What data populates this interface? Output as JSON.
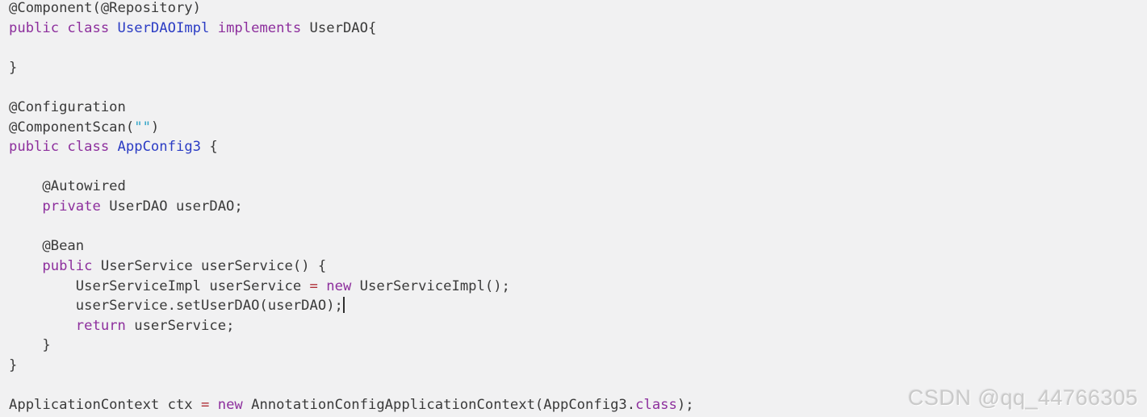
{
  "colors": {
    "background": "#f1f1f2",
    "text": "#3a3a3a",
    "keyword": "#8d2f9d",
    "class_name": "#2b3cc4",
    "string": "#2fa4c7",
    "operator": "#b03038",
    "cursor": "#2f2f2f",
    "watermark": "#cacaca"
  },
  "watermark": {
    "text": "CSDN @qq_44766305"
  },
  "code": {
    "language": "java",
    "lines": [
      [
        {
          "t": "@Component(@Repository)",
          "c": "plain"
        }
      ],
      [
        {
          "t": "public class ",
          "c": "keyword"
        },
        {
          "t": "UserDAOImpl",
          "c": "class"
        },
        {
          "t": " ",
          "c": "plain"
        },
        {
          "t": "implements",
          "c": "keyword"
        },
        {
          "t": " UserDAO{",
          "c": "plain"
        }
      ],
      [],
      [
        {
          "t": "}",
          "c": "plain"
        }
      ],
      [],
      [
        {
          "t": "@Configuration",
          "c": "plain"
        }
      ],
      [
        {
          "t": "@ComponentScan(",
          "c": "plain"
        },
        {
          "t": "\"\"",
          "c": "string"
        },
        {
          "t": ")",
          "c": "plain"
        }
      ],
      [
        {
          "t": "public class ",
          "c": "keyword"
        },
        {
          "t": "AppConfig3",
          "c": "class"
        },
        {
          "t": " {",
          "c": "plain"
        }
      ],
      [],
      [
        {
          "t": "    @Autowired",
          "c": "plain"
        }
      ],
      [
        {
          "t": "    ",
          "c": "plain"
        },
        {
          "t": "private",
          "c": "keyword"
        },
        {
          "t": " UserDAO userDAO;",
          "c": "plain"
        }
      ],
      [],
      [
        {
          "t": "    @Bean",
          "c": "plain"
        }
      ],
      [
        {
          "t": "    ",
          "c": "plain"
        },
        {
          "t": "public",
          "c": "keyword"
        },
        {
          "t": " UserService userService() {",
          "c": "plain"
        }
      ],
      [
        {
          "t": "        UserServiceImpl userService ",
          "c": "plain"
        },
        {
          "t": "=",
          "c": "operator"
        },
        {
          "t": " ",
          "c": "plain"
        },
        {
          "t": "new",
          "c": "keyword"
        },
        {
          "t": " UserServiceImpl();",
          "c": "plain"
        }
      ],
      [
        {
          "t": "        userService.setUserDAO(userDAO);",
          "c": "plain"
        },
        {
          "t": "",
          "c": "cursor"
        }
      ],
      [
        {
          "t": "        ",
          "c": "plain"
        },
        {
          "t": "return",
          "c": "keyword"
        },
        {
          "t": " userService;",
          "c": "plain"
        }
      ],
      [
        {
          "t": "    }",
          "c": "plain"
        }
      ],
      [
        {
          "t": "}",
          "c": "plain"
        }
      ],
      [],
      [
        {
          "t": "ApplicationContext ctx ",
          "c": "plain"
        },
        {
          "t": "=",
          "c": "operator"
        },
        {
          "t": " ",
          "c": "plain"
        },
        {
          "t": "new",
          "c": "keyword"
        },
        {
          "t": " AnnotationConfigApplicationContext(AppConfig3.",
          "c": "plain"
        },
        {
          "t": "class",
          "c": "keyword"
        },
        {
          "t": ");",
          "c": "plain"
        }
      ]
    ]
  }
}
